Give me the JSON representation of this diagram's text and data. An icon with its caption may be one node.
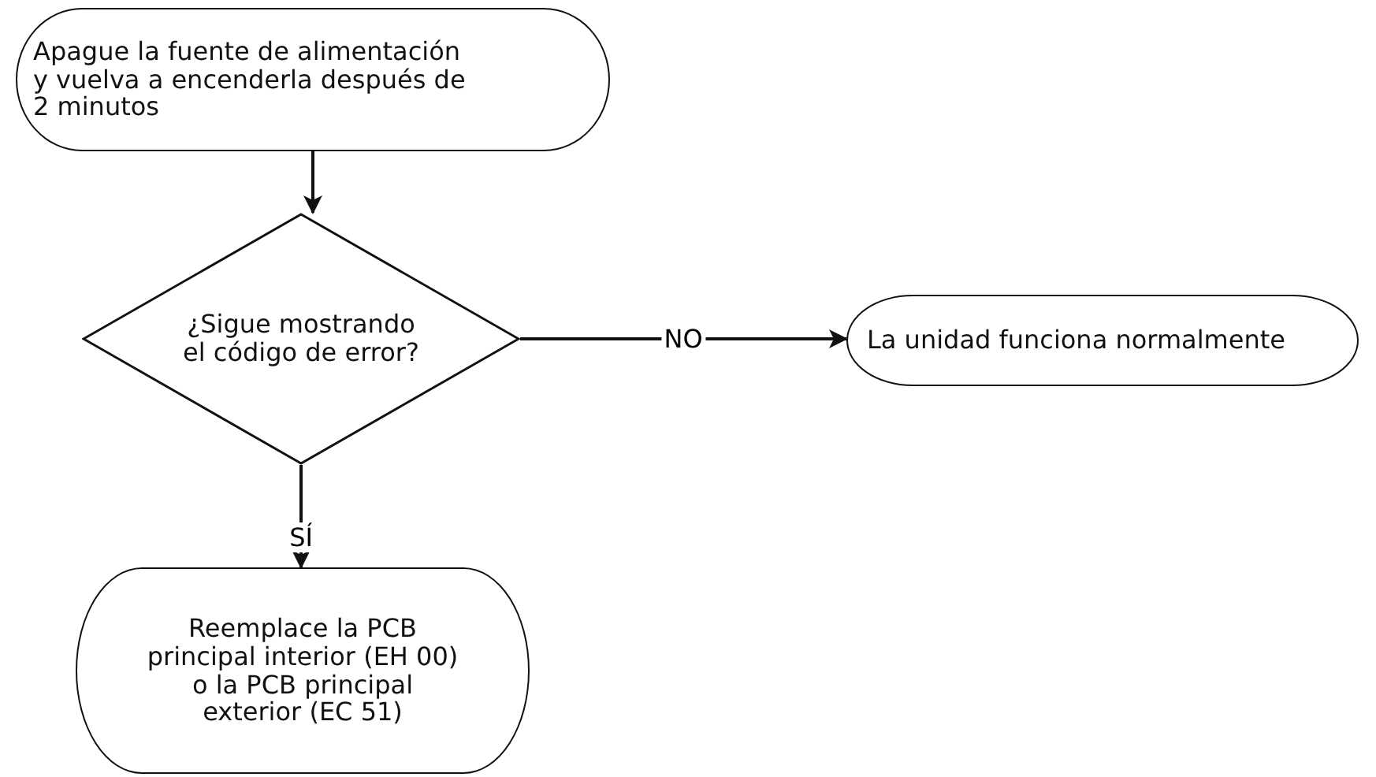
{
  "diagram": {
    "nodes": [
      {
        "text": [
          "Apague la fuente de alimentación y vuelva a encenderla después de 2 minutos"
        ]
      },
      {
        "text": [
          "¿Sigue mostrando el código de error?"
        ]
      },
      {
        "text": [
          "La unidad funciona normalmente"
        ]
      },
      {
        "text": [
          "Reemplace la PCB principal interior (EH 00) o la PCB principal exterior (EC 51)"
        ]
      }
    ],
    "edges": [
      {
        "from": 0,
        "to": 1,
        "arrow": "to"
      },
      {
        "from": 1,
        "to": 2,
        "arrow": "to",
        "label": "NO"
      },
      {
        "from": 1,
        "to": 3,
        "arrow": "to",
        "label": "SÍ"
      }
    ]
  }
}
